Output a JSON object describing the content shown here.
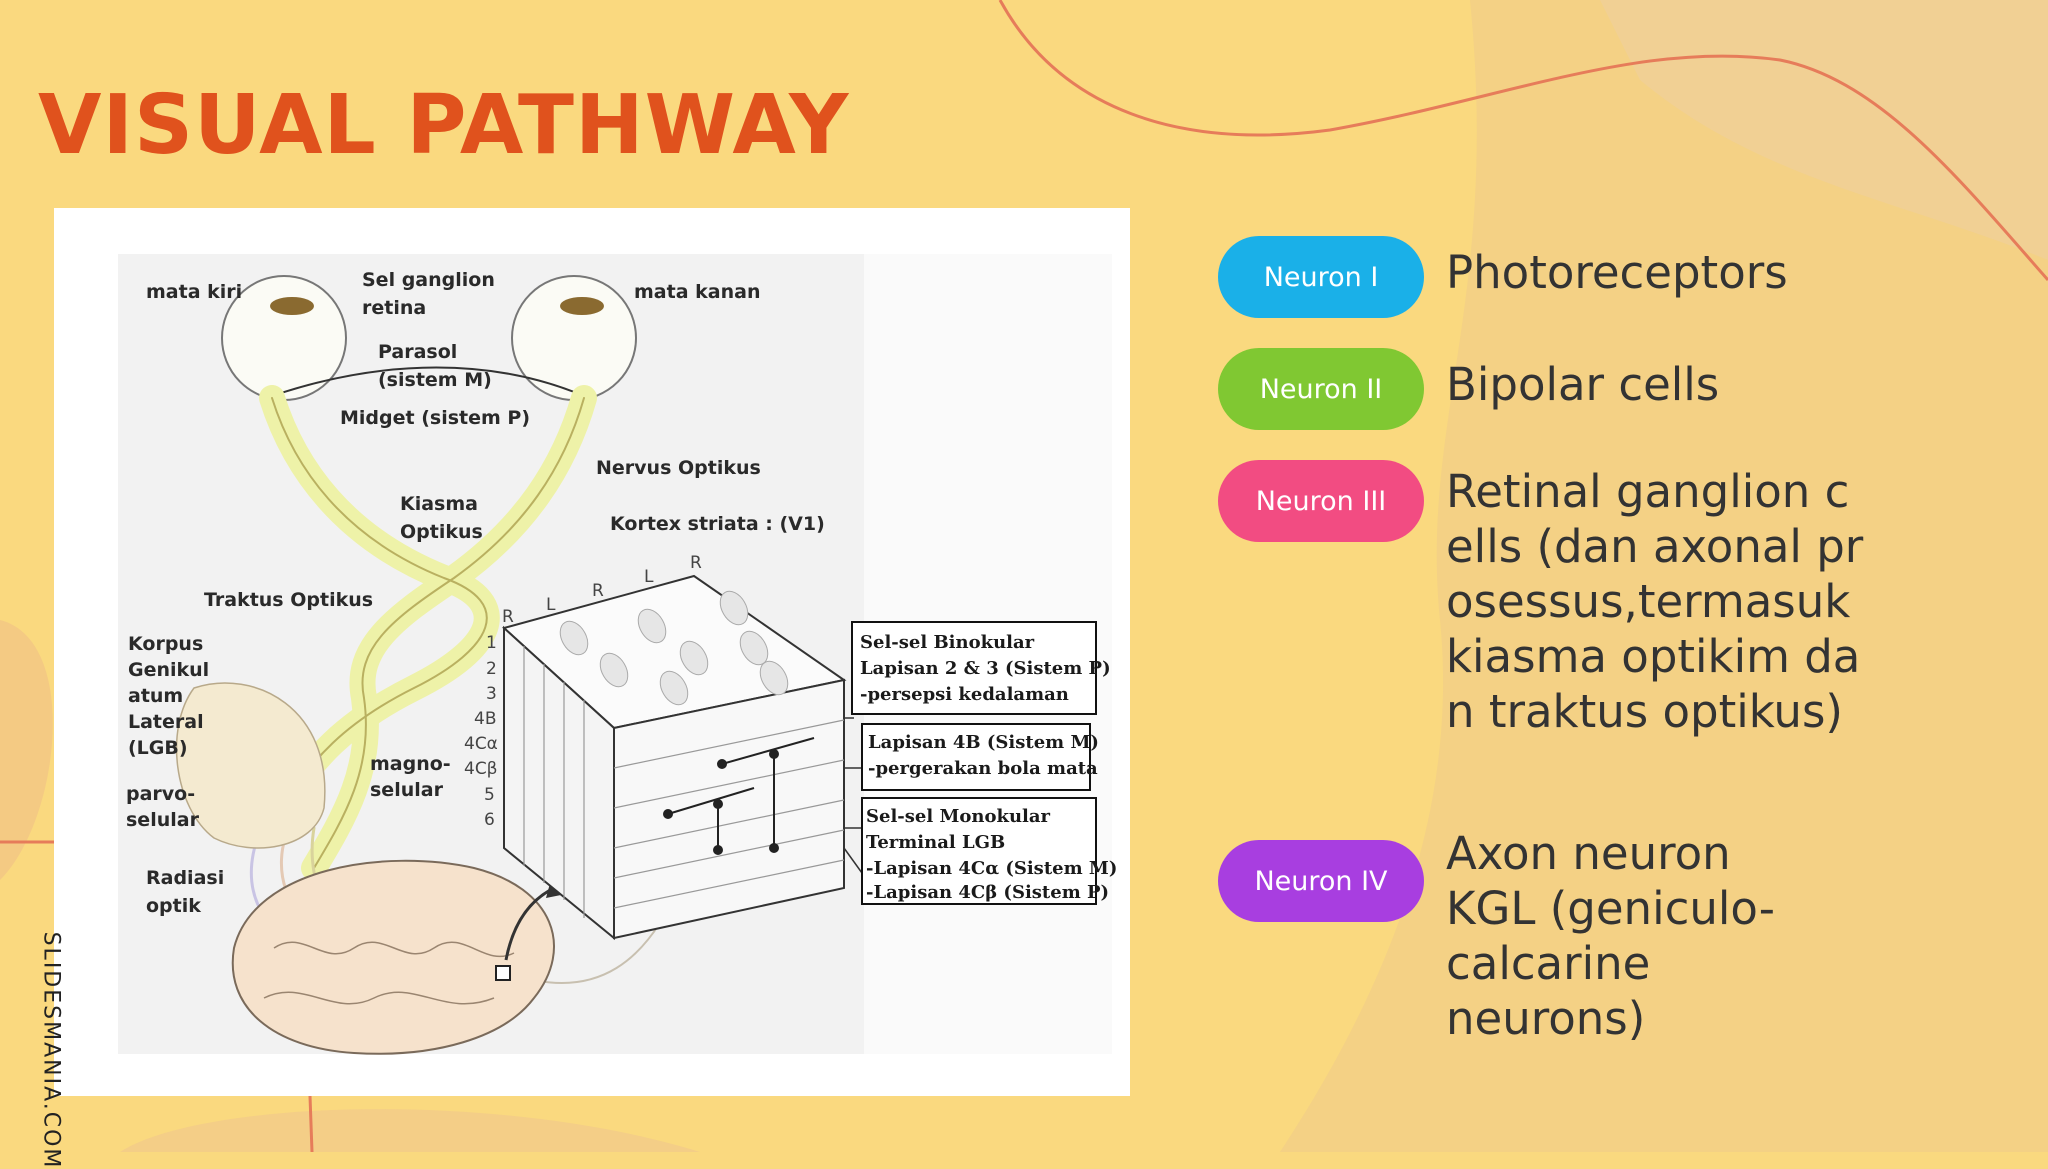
{
  "slide": {
    "title": "VISUAL PATHWAY",
    "watermark": "SLIDESMANIA.COM"
  },
  "colors": {
    "background": "#fad97f",
    "title": "#e0521d",
    "neuron_1": "#1ab0e8",
    "neuron_2": "#80c832",
    "neuron_3": "#f24c82",
    "neuron_4": "#a83ee0"
  },
  "neurons": [
    {
      "badge": "Neuron I",
      "description": "Photoreceptors"
    },
    {
      "badge": "Neuron II",
      "description": "Bipolar cells"
    },
    {
      "badge": "Neuron III",
      "description": "Retinal ganglion cells (dan axonal prosessus,termasuk kiasma optikim dan traktus optikus)"
    },
    {
      "badge": "Neuron IV",
      "description": "Axon neuron KGL (geniculo-calcarine neurons)"
    }
  ],
  "diagram": {
    "labels": {
      "mata_kiri": "mata kiri",
      "sel_ganglion_1": "Sel ganglion",
      "sel_ganglion_2": "retina",
      "mata_kanan": "mata kanan",
      "parasol_1": "Parasol",
      "parasol_2": "(sistem M)",
      "midget": "Midget (sistem P)",
      "nervus": "Nervus Optikus",
      "kiasma_1": "Kiasma",
      "kiasma_2": "Optikus",
      "kortex": "Kortex striata : (V1)",
      "traktus": "Traktus Optikus",
      "korpus_1": "Korpus",
      "korpus_2": "Genikul",
      "korpus_3": "atum",
      "korpus_4": "Lateral",
      "korpus_5": "(LGB)",
      "magno_1": "magno-",
      "magno_2": "selular",
      "parvo_1": "parvo-",
      "parvo_2": "selular",
      "radiasi_1": "Radiasi",
      "radiasi_2": "optik"
    },
    "layer_labels": [
      "1",
      "2",
      "3",
      "4B",
      "4Cα",
      "4Cβ",
      "5",
      "6"
    ],
    "column_labels": [
      "R",
      "L",
      "R",
      "L",
      "R"
    ],
    "boxes": [
      {
        "lines": [
          "Sel-sel Binokular",
          "Lapisan 2 & 3 (Sistem P)",
          "-persepsi kedalaman"
        ]
      },
      {
        "lines": [
          "Lapisan 4B (Sistem M)",
          "-pergerakan bola mata"
        ]
      },
      {
        "lines": [
          "Sel-sel Monokular",
          "Terminal LGB",
          "-Lapisan 4Cα (Sistem M)",
          "-Lapisan 4Cβ (Sistem P)"
        ]
      }
    ]
  }
}
